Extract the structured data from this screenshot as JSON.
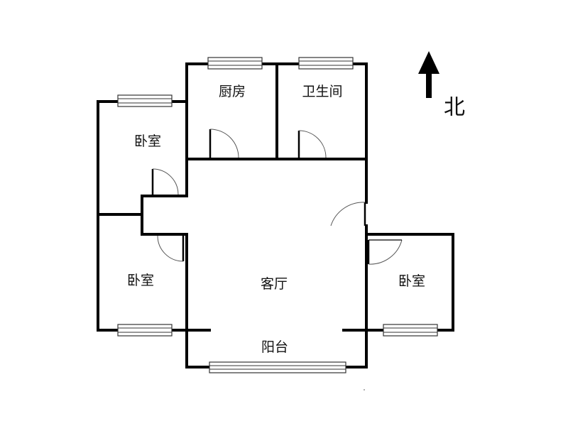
{
  "rooms": {
    "kitchen": "厨房",
    "bathroom": "卫生间",
    "bedroom_nw": "卧室",
    "bedroom_sw": "卧室",
    "living_room": "客厅",
    "bedroom_east": "卧室",
    "balcony": "阳台"
  },
  "compass": {
    "north_label": "北",
    "icon": "north-arrow-icon"
  },
  "colors": {
    "wall": "#000000",
    "background": "#ffffff"
  }
}
